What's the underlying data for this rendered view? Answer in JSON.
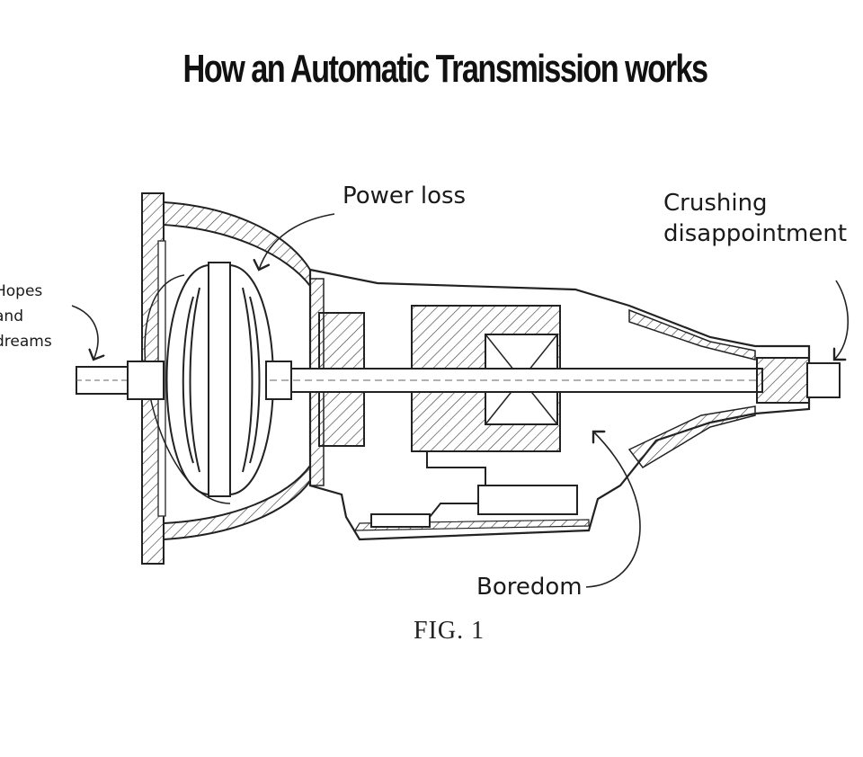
{
  "title": "How an Automatic Transmission works",
  "labels": {
    "power_loss": "Power loss",
    "crushing_line1": "Crushing",
    "crushing_line2": "disappointment",
    "hopes_line1": "Hopes",
    "hopes_line2": "and",
    "hopes_line3": "dreams",
    "boredom": "Boredom"
  },
  "figure_caption": "FIG. 1"
}
